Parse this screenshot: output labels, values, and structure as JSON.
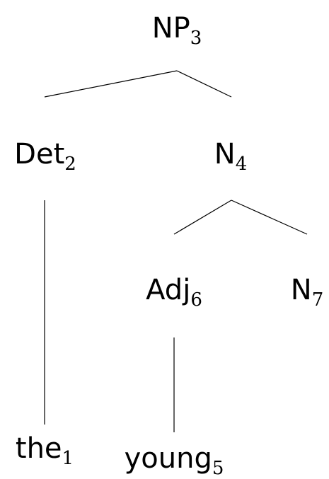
{
  "tree": {
    "nodes": [
      {
        "id": "np",
        "label": "NP",
        "index": "3"
      },
      {
        "id": "det",
        "label": "Det",
        "index": "2"
      },
      {
        "id": "n4",
        "label": "N",
        "index": "4"
      },
      {
        "id": "adj",
        "label": "Adj",
        "index": "6"
      },
      {
        "id": "n7",
        "label": "N",
        "index": "7"
      },
      {
        "id": "the",
        "label": "the",
        "index": "1"
      },
      {
        "id": "young",
        "label": "young",
        "index": "5"
      }
    ],
    "edges": [
      [
        "np",
        "det"
      ],
      [
        "np",
        "n4"
      ],
      [
        "det",
        "the"
      ],
      [
        "n4",
        "adj"
      ],
      [
        "n4",
        "n7"
      ],
      [
        "adj",
        "young"
      ]
    ]
  }
}
